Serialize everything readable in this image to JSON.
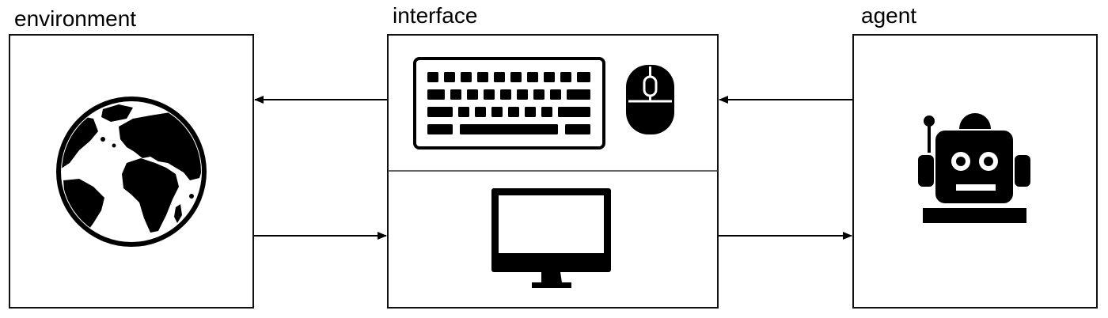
{
  "labels": {
    "environment": "environment",
    "interface": "interface",
    "agent": "agent"
  },
  "icons": {
    "environment": "globe-icon",
    "interface_input_1": "keyboard-icon",
    "interface_input_2": "mouse-icon",
    "interface_output": "monitor-icon",
    "agent": "robot-icon"
  },
  "colors": {
    "stroke": "#111111",
    "fill": "#000000",
    "background": "#ffffff"
  }
}
